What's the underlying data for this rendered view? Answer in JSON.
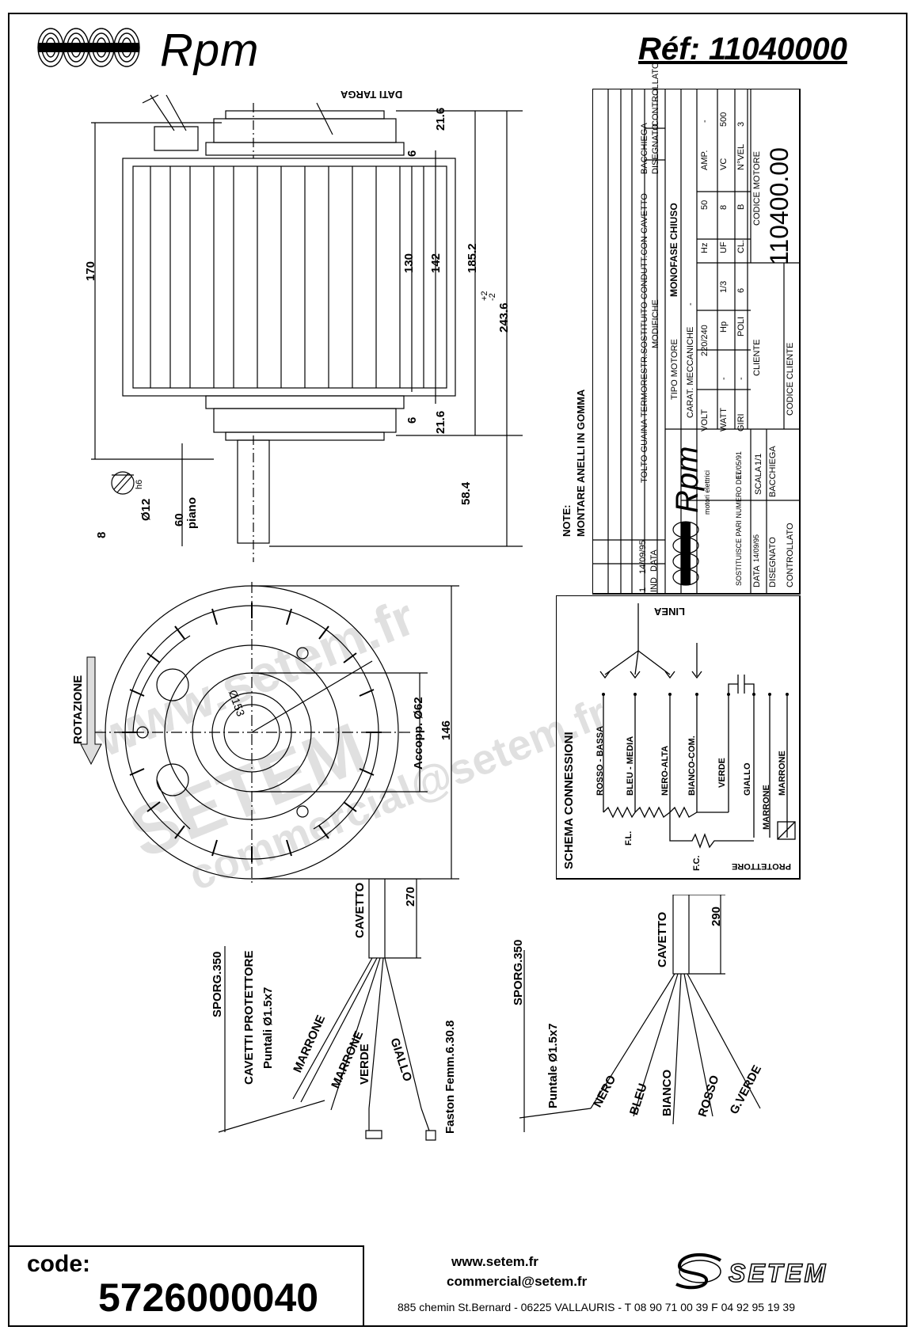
{
  "header": {
    "brand": "Rpm",
    "reference": "Réf:  11040000"
  },
  "side_view": {
    "dati_targa": "DATI TARGA",
    "dims": [
      "170",
      "130",
      "142",
      "185.2",
      "243.6",
      "+2",
      "-2",
      "21.6",
      "21.6",
      "6",
      "6",
      "58.4",
      "60",
      "piano",
      "Ø12",
      "h6",
      "8"
    ]
  },
  "front_view": {
    "rotazione": "ROTAZIONE",
    "diam_153": "Ø153",
    "accopp": "Accopp. Ø62",
    "dim_146": "146"
  },
  "note": {
    "title": "NOTE:",
    "text": "MONTARE ANELLI IN GOMMA"
  },
  "title_block": {
    "modification": "TOLTO GUAINA TERMORESTR.SOSTITUITO CONDUTT.CON CAVETTO",
    "modifiche": "MODIFICHE",
    "ind": "IND",
    "data": "DATA",
    "rev_num": "1",
    "rev_date": "14/09/95",
    "tipo_motore": "TIPO MOTORE",
    "tipo_value": "MONOFASE CHIUSO",
    "carat": "CARAT. MECCANICHE",
    "carat_value": "-",
    "volt_label": "VOLT",
    "volt": "220/240",
    "hz_label": "Hz",
    "hz": "50",
    "amp_label": "AMP.",
    "amp": "-",
    "watt_label": "WATT",
    "watt": "-",
    "hp_label": "Hp",
    "hp": "1/3",
    "uf_label": "UF",
    "uf": "8",
    "vc_label": "VC",
    "vc": "500",
    "giri_label": "GIRI",
    "giri": "-",
    "poli_label": "POLI",
    "poli": "6",
    "cl_label": "CL.",
    "cl": "B",
    "nvel_label": "N°VEL",
    "nvel": "3",
    "cliente": "CLIENTE",
    "codice_cliente": "CODICE CLIENTE",
    "codice_motore": "CODICE MOTORE",
    "codice_motore_value": "110400.00",
    "logo_text": "Rpm",
    "logo_sub": "motori elettrici",
    "sostituisce": "SOSTITUISCE PARI NUMERO DEL",
    "sostituisce_value": "17/05/91",
    "scala": "SCALA",
    "scala_value": "1/1",
    "data2": "DATA",
    "data2_value": "14/09/95",
    "disegnato": "DISEGNATO",
    "disegnato_value": "BACCHIEGA",
    "controllato": "CONTROLLATO",
    "disegnato_h": "DISEGNATO",
    "controllato_h": "CONTROLLATO",
    "bacchiega_h": "BACCHIEGA"
  },
  "schema": {
    "title": "SCHEMA CONNESSIONI",
    "linea": "LINEA",
    "wires": [
      "ROSSO - BASSA",
      "BLEU - MEDIA",
      "NERO-ALTA",
      "BIANCO-COM.",
      "VERDE",
      "GIALLO",
      "MARRONE",
      "MARRONE"
    ],
    "fl": "F.L.",
    "fc": "F.C.",
    "protettore": "PROTETTORE"
  },
  "cable_left": {
    "cavetto": "CAVETTO",
    "len": "270",
    "sporg": "SPORG.350",
    "cavetti": "CAVETTI PROTETTORE",
    "puntali": "Puntali Ø1.5x7",
    "wires": [
      "MARRONE",
      "MARRONE",
      "VERDE",
      "GIALLO"
    ],
    "faston": "Faston Femm.6.30.8"
  },
  "cable_right": {
    "cavetto": "CAVETTO",
    "len": "290",
    "sporg": "SPORG.350",
    "puntale": "Puntale Ø1.5x7",
    "wires": [
      "NERO",
      "BLEU",
      "BIANCO",
      "ROSSO",
      "G.VERDE"
    ]
  },
  "watermarks": [
    "www.setem.fr",
    "SETEM",
    "commercial@setem.fr"
  ],
  "footer": {
    "code_label": "code:",
    "code_value": "5726000040",
    "web": "www.setem.fr",
    "email": "commercial@setem.fr",
    "address": "885 chemin St.Bernard  -  06225 VALLAURIS  -  T 08 90 71 00 39   F 04 92 95 19 39",
    "setem_logo": "SETEM"
  }
}
